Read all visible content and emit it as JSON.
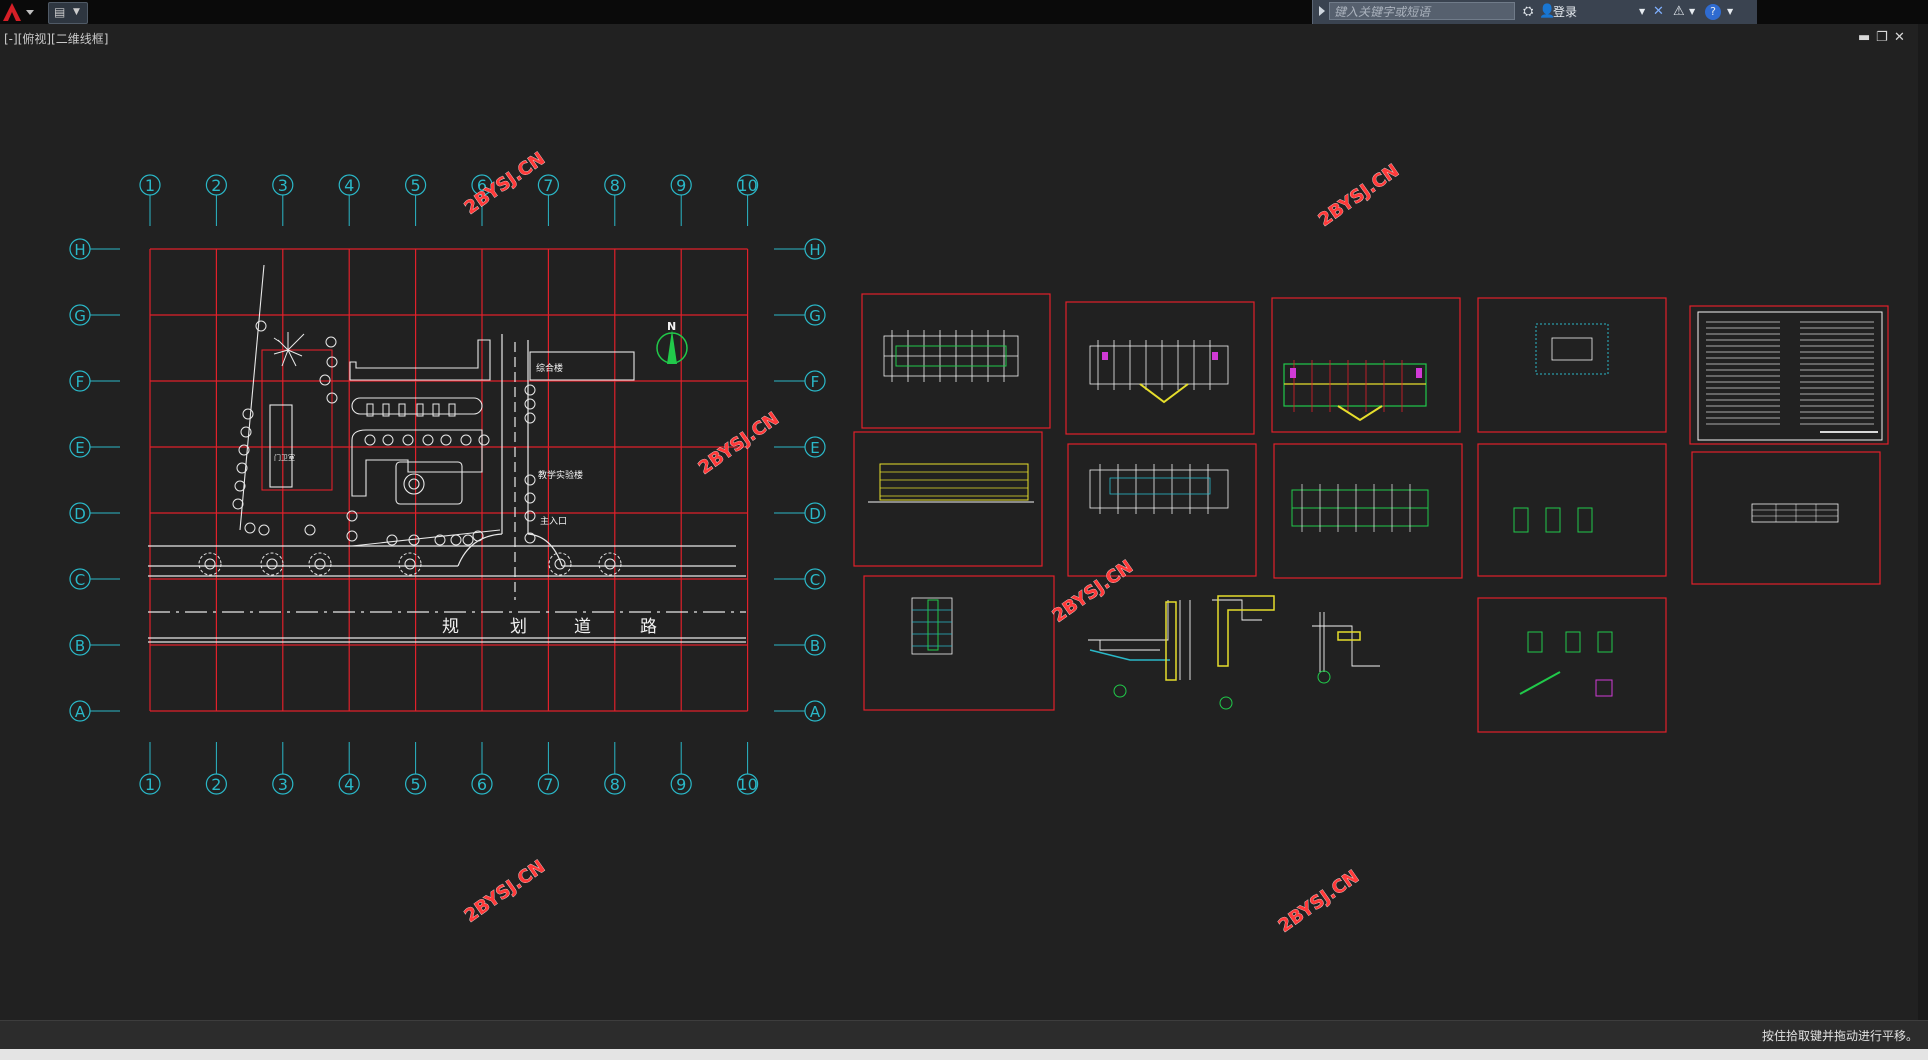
{
  "viewport_label": "[-][俯视][二维线框]",
  "search": {
    "placeholder": "键入关键字或短语"
  },
  "user": {
    "login_label": "登录"
  },
  "status": {
    "message": "按住拾取键并拖动进行平移。"
  },
  "site_plan": {
    "column_labels": [
      "1",
      "2",
      "3",
      "4",
      "5",
      "6",
      "7",
      "8",
      "9",
      "10"
    ],
    "row_labels": [
      "H",
      "G",
      "F",
      "E",
      "D",
      "C",
      "B",
      "A"
    ],
    "road_label": [
      "规",
      "划",
      "道",
      "路"
    ],
    "north_label": "N",
    "building_labels": [
      "综合楼",
      "教学实验楼",
      "主入口",
      "门卫室"
    ]
  },
  "watermark": "2BYSJ.CN",
  "colors": {
    "grid_red": "#e0212b",
    "axis_cyan": "#2ab8c8",
    "watermark_red": "#ff3a3a",
    "drawing_white": "#f2f2f2",
    "green": "#21c94a",
    "yellow": "#e6de2c"
  }
}
